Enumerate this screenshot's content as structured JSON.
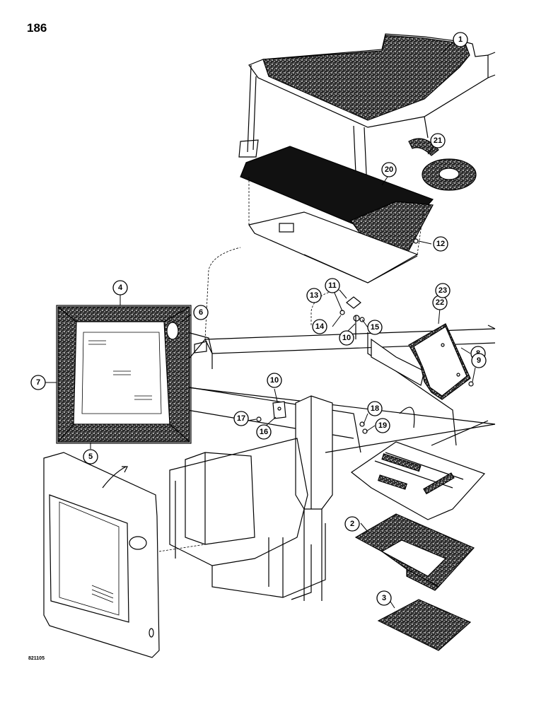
{
  "page": {
    "number": "186",
    "figure_code": "821105"
  },
  "callouts": [
    {
      "id": "1",
      "label": "1"
    },
    {
      "id": "2",
      "label": "2"
    },
    {
      "id": "3",
      "label": "3"
    },
    {
      "id": "4",
      "label": "4"
    },
    {
      "id": "5",
      "label": "5"
    },
    {
      "id": "6",
      "label": "6"
    },
    {
      "id": "7",
      "label": "7"
    },
    {
      "id": "8",
      "label": "8"
    },
    {
      "id": "9",
      "label": "9"
    },
    {
      "id": "10a",
      "label": "10"
    },
    {
      "id": "10b",
      "label": "10"
    },
    {
      "id": "11",
      "label": "11"
    },
    {
      "id": "12",
      "label": "12"
    },
    {
      "id": "13",
      "label": "13"
    },
    {
      "id": "14",
      "label": "14"
    },
    {
      "id": "15",
      "label": "15"
    },
    {
      "id": "16",
      "label": "16"
    },
    {
      "id": "17",
      "label": "17"
    },
    {
      "id": "18",
      "label": "18"
    },
    {
      "id": "19",
      "label": "19"
    },
    {
      "id": "20",
      "label": "20"
    },
    {
      "id": "21",
      "label": "21"
    },
    {
      "id": "22",
      "label": "22"
    },
    {
      "id": "23",
      "label": "23"
    }
  ]
}
